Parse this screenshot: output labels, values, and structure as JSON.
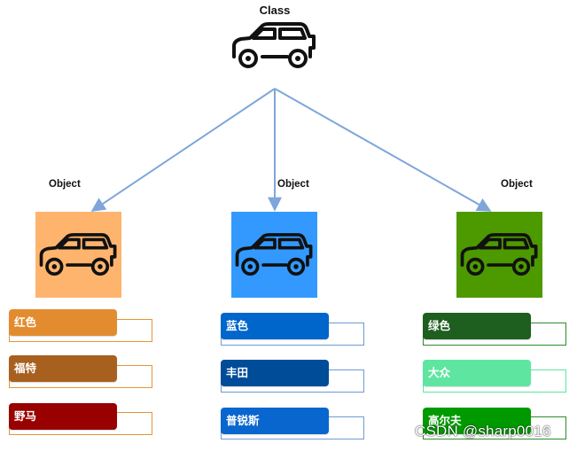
{
  "class_node": {
    "title": "Class",
    "icon": "car-icon"
  },
  "objects": [
    {
      "label": "Object",
      "box_color": "#FFB46E",
      "frame_color": "#E7923A",
      "attributes": [
        {
          "text": "红色",
          "color": "#E38C2F"
        },
        {
          "text": "福特",
          "color": "#A8601E"
        },
        {
          "text": "野马",
          "color": "#990000"
        }
      ]
    },
    {
      "label": "Object",
      "box_color": "#3399FF",
      "frame_color": "#6C9BD2",
      "attributes": [
        {
          "text": "蓝色",
          "color": "#0066CC"
        },
        {
          "text": "丰田",
          "color": "#004C99"
        },
        {
          "text": "普锐斯",
          "color": "#0A66CF"
        }
      ]
    },
    {
      "label": "Object",
      "box_color": "#4D9900",
      "frame_color": "#2E8B2E",
      "attributes": [
        {
          "text": "绿色",
          "color": "#1E5E1E"
        },
        {
          "text": "大众",
          "color": "#5EE6A0"
        },
        {
          "text": "高尔夫",
          "color": "#009A00"
        }
      ]
    }
  ],
  "arrow_color": "#7EA6DB",
  "watermark": "CSDN @sharp0016"
}
